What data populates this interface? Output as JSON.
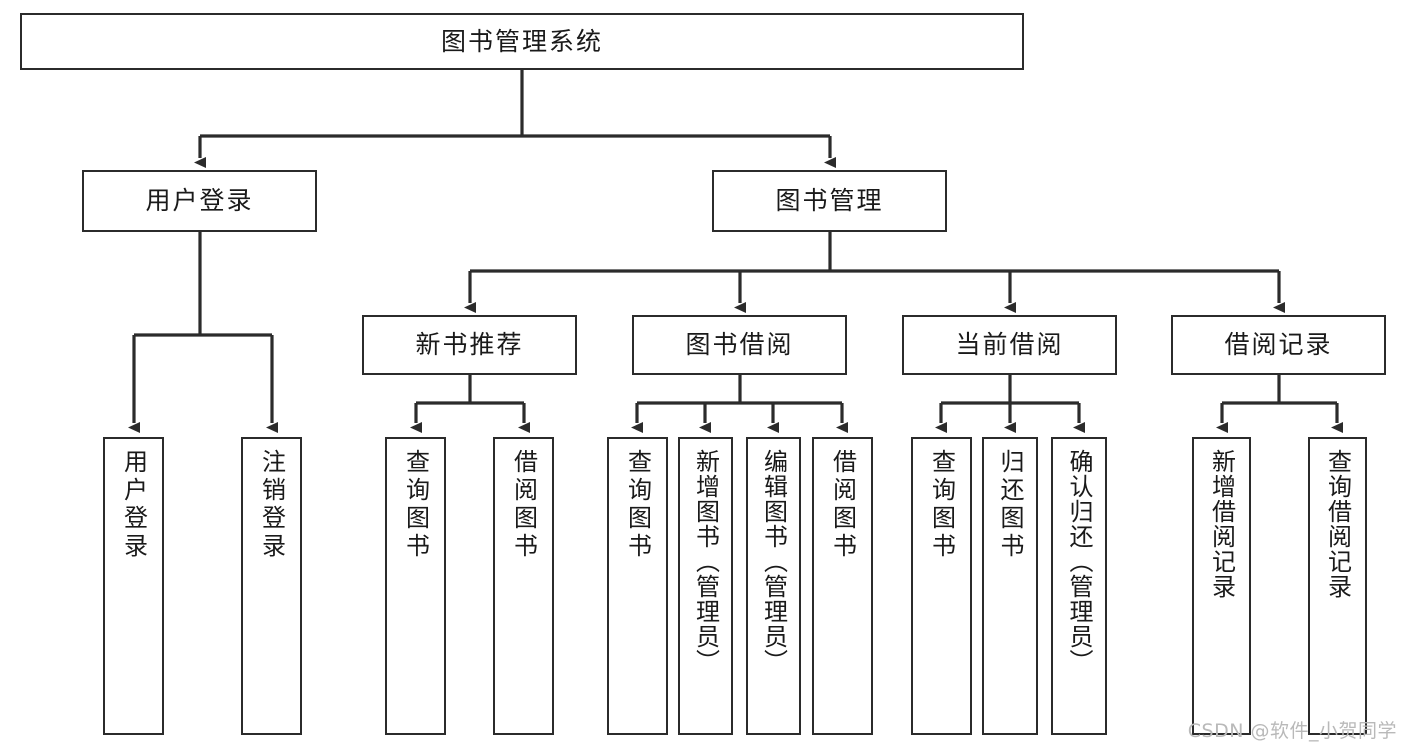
{
  "diagram": {
    "type": "tree-hierarchy",
    "title": "图书管理系统",
    "colors": {
      "stroke": "#2b2b2b",
      "fill": "#ffffff",
      "text": "#1a1a1a",
      "watermark": "#b9b9b9"
    },
    "root": {
      "label": "图书管理系统"
    },
    "level1": [
      {
        "label": "用户登录"
      },
      {
        "label": "图书管理"
      }
    ],
    "level2": [
      {
        "label": "新书推荐"
      },
      {
        "label": "图书借阅"
      },
      {
        "label": "当前借阅"
      },
      {
        "label": "借阅记录"
      }
    ],
    "leaves": {
      "user_login": [
        {
          "label": "用户登录"
        },
        {
          "label": "注销登录"
        }
      ],
      "new_book_recommend": [
        {
          "label": "查询图书"
        },
        {
          "label": "借阅图书"
        }
      ],
      "book_borrow": [
        {
          "label": "查询图书"
        },
        {
          "label": "新增图书（管理员）"
        },
        {
          "label": "编辑图书（管理员）"
        },
        {
          "label": "借阅图书"
        }
      ],
      "current_borrow": [
        {
          "label": "查询图书"
        },
        {
          "label": "归还图书"
        },
        {
          "label": "确认归还（管理员）"
        }
      ],
      "borrow_record": [
        {
          "label": "新增借阅记录"
        },
        {
          "label": "查询借阅记录"
        }
      ]
    },
    "watermark": "CSDN @软件_小贺同学"
  }
}
